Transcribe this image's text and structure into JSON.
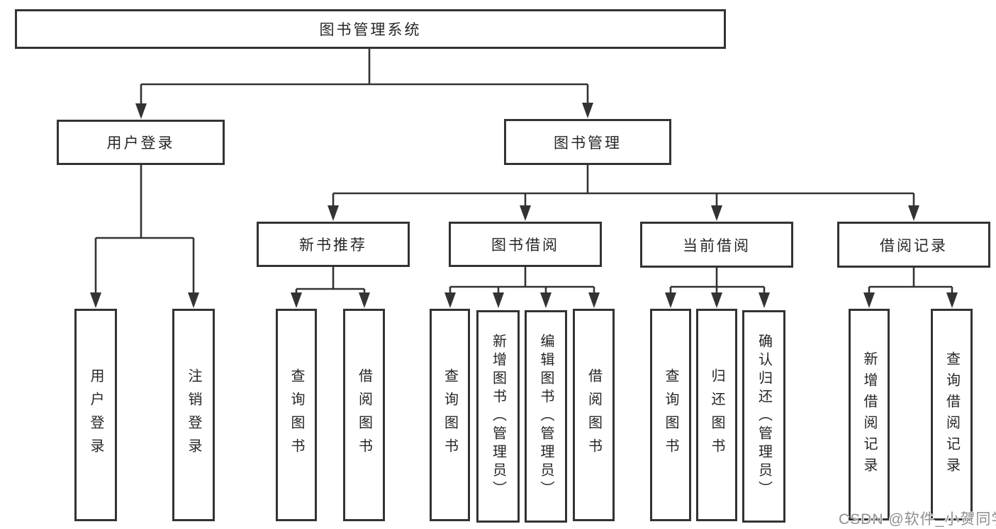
{
  "diagram_title": "图书管理系统",
  "watermark": "CSDN @软件_小贺同学",
  "line_color": "#333333",
  "box_border_color": "#333333",
  "background_color": "#ffffff",
  "tree": {
    "root": "图书管理系统",
    "branches": [
      {
        "label": "用户登录",
        "children": [
          "用户登录",
          "注销登录"
        ]
      },
      {
        "label": "图书管理",
        "sections": [
          {
            "label": "新书推荐",
            "children": [
              "查询图书",
              "借阅图书"
            ]
          },
          {
            "label": "图书借阅",
            "children": [
              "查询图书",
              "新增图书（管理员）",
              "编辑图书（管理员）",
              "借阅图书"
            ]
          },
          {
            "label": "当前借阅",
            "children": [
              "查询图书",
              "归还图书",
              "确认归还（管理员）"
            ]
          },
          {
            "label": "借阅记录",
            "children": [
              "新增借阅记录",
              "查询借阅记录"
            ]
          }
        ]
      }
    ]
  }
}
